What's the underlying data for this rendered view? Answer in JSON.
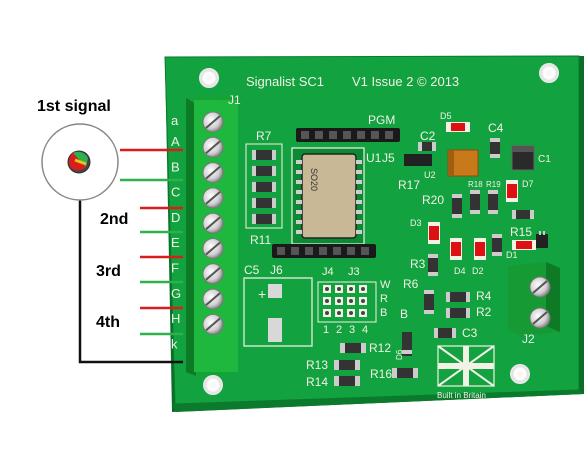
{
  "board": {
    "title": "Signalist SC1",
    "issue": "V1 Issue 2 © 2013",
    "made_in": "Built in Britain"
  },
  "signals": {
    "first": "1st signal",
    "second": "2nd",
    "third": "3rd",
    "fourth": "4th"
  },
  "terminal_j1": {
    "name": "J1",
    "top_label": "a",
    "pins": [
      "A",
      "B",
      "C",
      "D",
      "E",
      "F",
      "G",
      "H",
      "k"
    ]
  },
  "components": {
    "j5": "PGM",
    "j5_ref": "J5",
    "u1": "U1",
    "u1_marking": "SO20",
    "c2": "C2",
    "u2": "U2",
    "d5": "D5",
    "c4": "C4",
    "c1": "C1",
    "r17": "R17",
    "r18": "R18",
    "r19": "R19",
    "d7": "D7",
    "r20": "R20",
    "d3": "D3",
    "r15": "R15",
    "r7": "R7",
    "r11": "R11",
    "c5": "C5",
    "j6": "J6",
    "j4": "J4",
    "j3": "J3",
    "w": "W",
    "r_jmp": "R",
    "b": "B",
    "jumper_nums": [
      "1",
      "2",
      "3",
      "4"
    ],
    "r3": "R3",
    "d4": "D4",
    "d2": "D2",
    "d1": "D1",
    "r6": "R6",
    "r4": "R4",
    "r2": "R2",
    "c3": "C3",
    "r12": "R12",
    "r13": "R13",
    "r14": "R14",
    "r16": "R16",
    "d6": "D6",
    "j2": "J2"
  },
  "colors": {
    "pcb": "#0f9a3a",
    "terminal": "#1aa83a",
    "wire_red": "#d91c1c",
    "wire_green": "#2fb04f",
    "wire_black": "#111111"
  }
}
